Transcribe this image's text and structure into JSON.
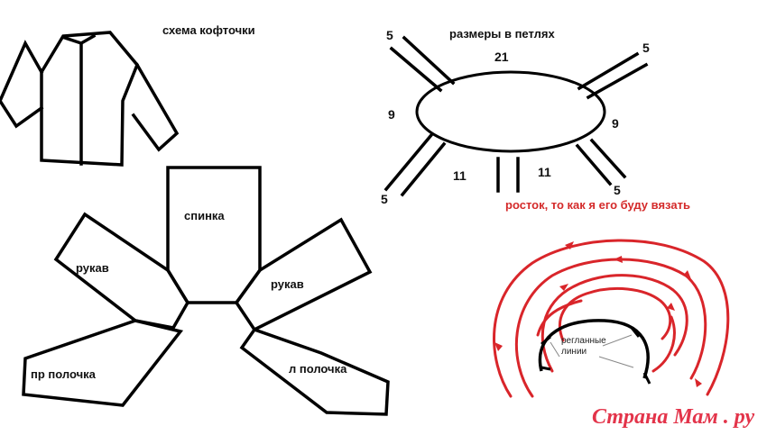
{
  "texts": {
    "scheme_title": "схема кофточки",
    "sizes_title": "размеры в петлях",
    "back_label": "спинка",
    "left_sleeve_label": "рукав",
    "right_sleeve_label": "рукав",
    "right_front_label": "пр полочка",
    "left_front_label": "л полочка",
    "growth_caption": "росток, то как я его буду вязать",
    "raglan_label_line1": "регланные",
    "raglan_label_line2": "линии",
    "watermark": "Страна Мам . ру"
  },
  "sizes": {
    "top": "21",
    "left": "9",
    "right": "9",
    "bottom_left": "11",
    "bottom_right": "11",
    "corner_top_left": "5",
    "corner_top_right": "5",
    "corner_bottom_left": "5",
    "corner_bottom_right": "5"
  },
  "colors": {
    "ink": "#000000",
    "spiral": "#d9252a",
    "caption": "#d42a2a",
    "watermark": "#e3344a"
  }
}
